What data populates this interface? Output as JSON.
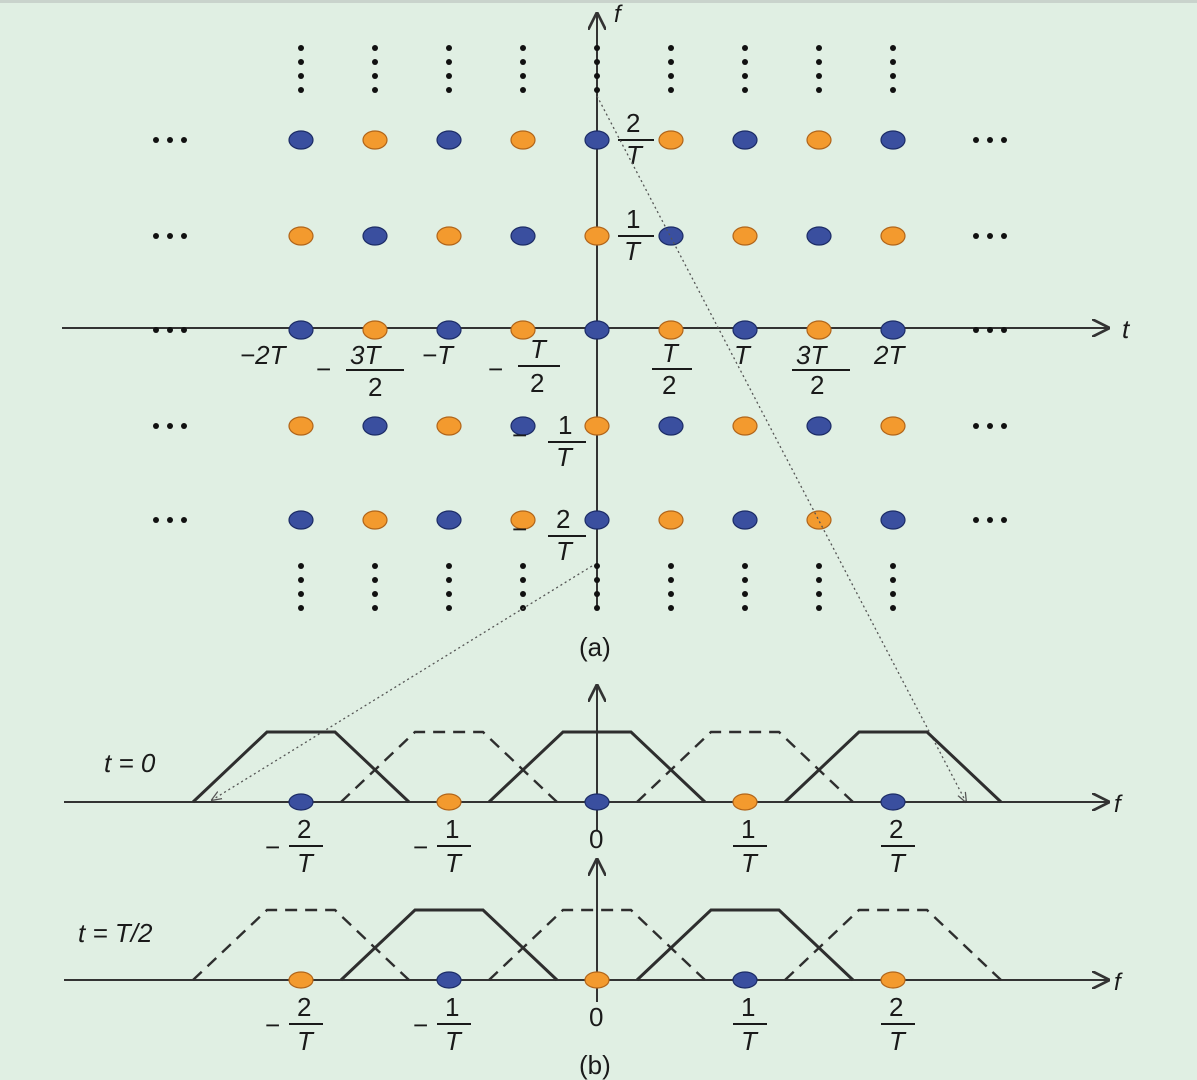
{
  "colors": {
    "blue": "#3a4f9f",
    "orange": "#f39a2e",
    "background": "#e0efe3"
  },
  "panel_a": {
    "caption": "(a)",
    "axis_f": "f",
    "axis_t": "t",
    "t_labels": [
      "−2T",
      "−3T/2",
      "−T",
      "−T/2",
      "T/2",
      "T",
      "3T/2",
      "2T"
    ],
    "f_labels": [
      "2/T",
      "1/T",
      "−1/T",
      "−2/T"
    ],
    "rows": [
      {
        "f": "2/T",
        "colors": [
          "blue",
          "orange",
          "blue",
          "orange",
          "blue",
          "orange",
          "blue",
          "orange",
          "blue"
        ]
      },
      {
        "f": "1/T",
        "colors": [
          "orange",
          "blue",
          "orange",
          "blue",
          "orange",
          "blue",
          "orange",
          "blue",
          "orange"
        ]
      },
      {
        "f": "0",
        "colors": [
          "blue",
          "orange",
          "blue",
          "orange",
          "blue",
          "orange",
          "blue",
          "orange",
          "blue"
        ]
      },
      {
        "f": "-1/T",
        "colors": [
          "orange",
          "blue",
          "orange",
          "blue",
          "orange",
          "blue",
          "orange",
          "blue",
          "orange"
        ]
      },
      {
        "f": "-2/T",
        "colors": [
          "blue",
          "orange",
          "blue",
          "orange",
          "blue",
          "orange",
          "blue",
          "orange",
          "blue"
        ]
      }
    ]
  },
  "panel_b": {
    "caption": "(b)",
    "axis_f": "f",
    "plots": [
      {
        "label": "t = 0",
        "dots": [
          "blue",
          "orange",
          "blue",
          "orange",
          "blue"
        ],
        "solid_centers": [
          -2,
          0,
          2
        ],
        "dashed_centers": [
          -1,
          1
        ]
      },
      {
        "label": "t = T/2",
        "dots": [
          "orange",
          "blue",
          "orange",
          "blue",
          "orange"
        ],
        "solid_centers": [
          -1,
          1
        ],
        "dashed_centers": [
          -2,
          0,
          2
        ]
      }
    ],
    "f_ticks": [
      "−2/T",
      "−1/T",
      "0",
      "1/T",
      "2/T"
    ]
  }
}
